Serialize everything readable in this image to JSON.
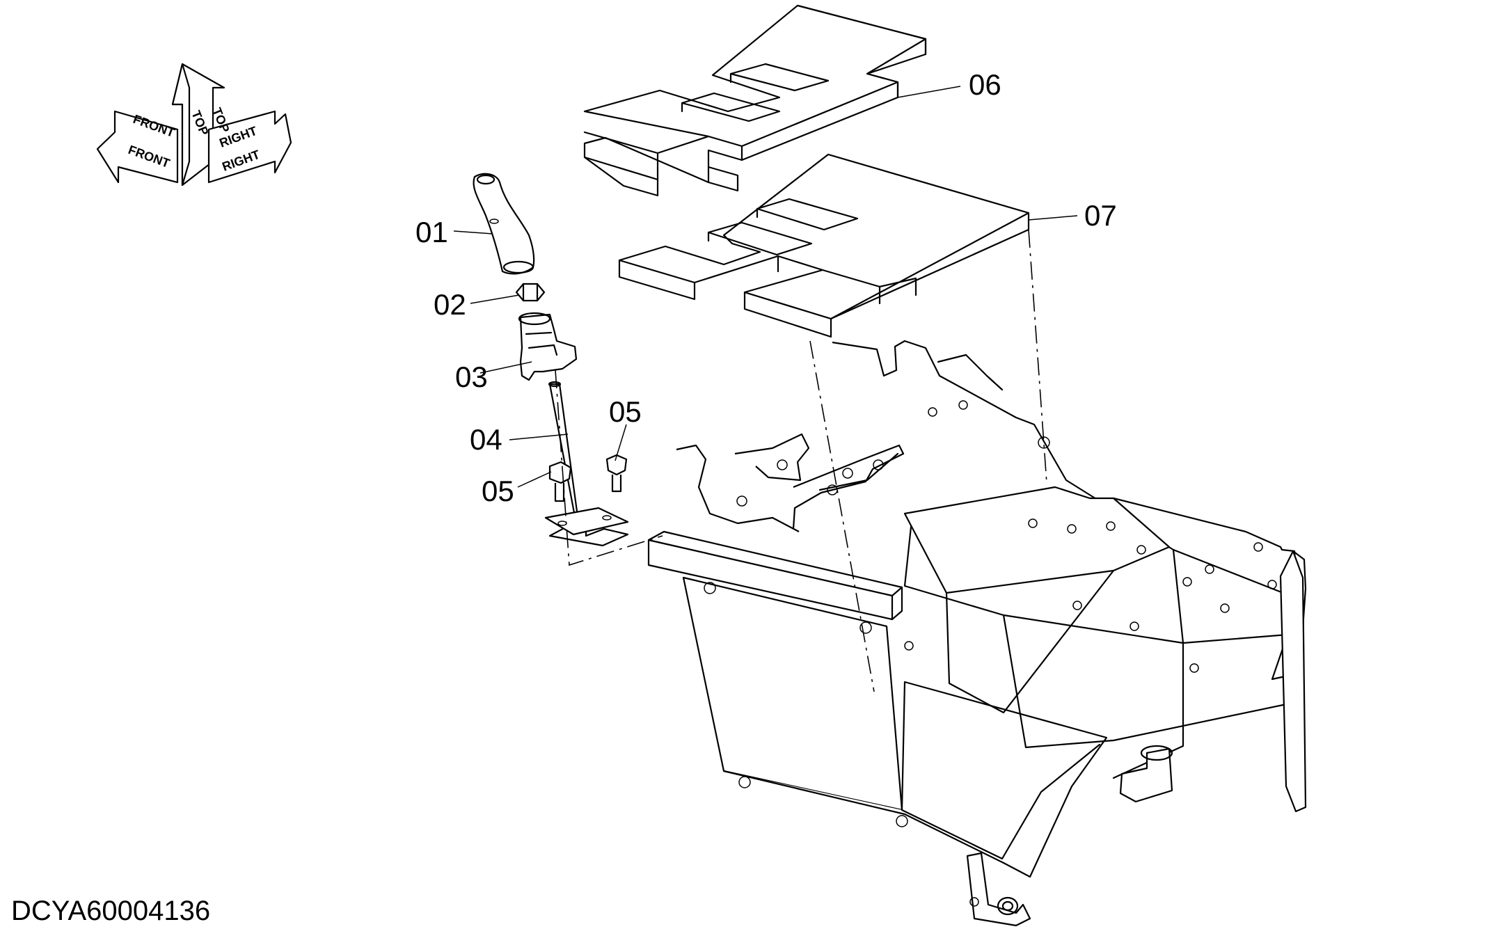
{
  "document_id": "DCYA60004136",
  "orientation": {
    "top": "TOP",
    "front": "FRONT",
    "right": "RIGHT",
    "top_mirrored": "TOP",
    "front_mirrored": "FRONT",
    "right_mirrored": "RIGHT"
  },
  "callouts": [
    {
      "label": "01",
      "part": "knob"
    },
    {
      "label": "02",
      "part": "nut"
    },
    {
      "label": "03",
      "part": "lever-boot-holder"
    },
    {
      "label": "04",
      "part": "lever-rod"
    },
    {
      "label": "05",
      "part": "bolt"
    },
    {
      "label": "05",
      "part": "bolt"
    },
    {
      "label": "06",
      "part": "upper-insulation-pad"
    },
    {
      "label": "07",
      "part": "lower-insulation-pad"
    }
  ]
}
